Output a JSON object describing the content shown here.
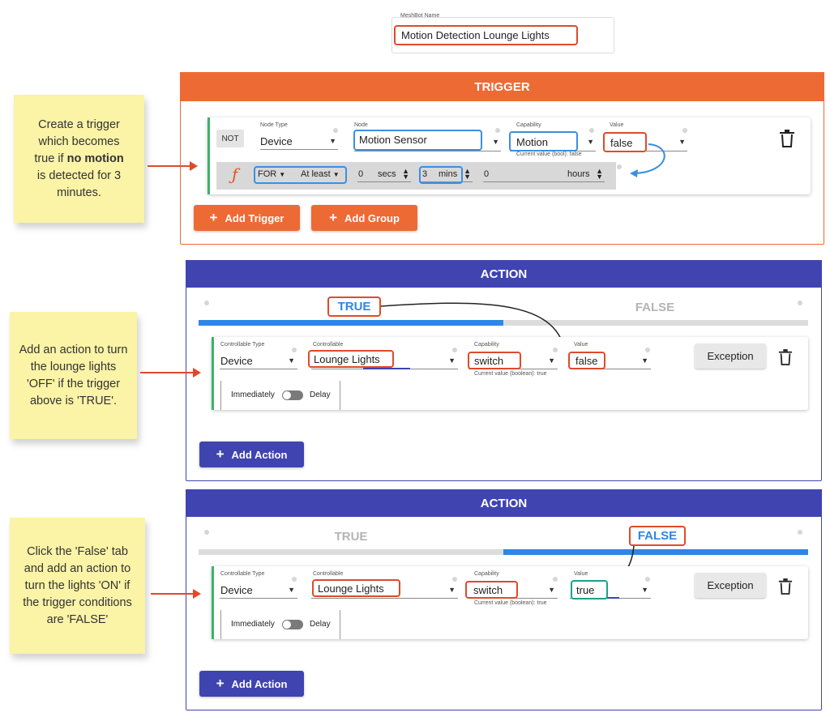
{
  "meshbot": {
    "label": "MeshBot Name",
    "value": "Motion Detection Lounge Lights"
  },
  "trigger": {
    "header": "TRIGGER",
    "not_label": "NOT",
    "node_type": {
      "label": "Node Type",
      "value": "Device"
    },
    "node": {
      "label": "Node",
      "value": "Motion Sensor"
    },
    "capability": {
      "label": "Capability",
      "value": "Motion",
      "current": "Current value (bool): false"
    },
    "value": {
      "label": "Value",
      "value": "false"
    },
    "function_icon": "ƒ",
    "for_row": {
      "for": "FOR",
      "op": "At least",
      "secs_value": "0",
      "secs_unit": "secs",
      "mins_value": "3",
      "mins_unit": "mins",
      "hours_value": "0",
      "hours_unit": "hours"
    },
    "add_trigger": "Add Trigger",
    "add_group": "Add Group"
  },
  "action_true": {
    "header": "ACTION",
    "tab_true": "TRUE",
    "tab_false": "FALSE",
    "active_tab": "TRUE",
    "controllable_type": {
      "label": "Controllable Type",
      "value": "Device"
    },
    "controllable": {
      "label": "Controllable",
      "value": "Lounge Lights"
    },
    "capability": {
      "label": "Capability",
      "value": "switch",
      "current": "Current value (boolean): true"
    },
    "value": {
      "label": "Value",
      "value": "false"
    },
    "exception": "Exception",
    "immediately": "Immediately",
    "delay": "Delay",
    "add_action": "Add Action"
  },
  "action_false": {
    "header": "ACTION",
    "tab_true": "TRUE",
    "tab_false": "FALSE",
    "active_tab": "FALSE",
    "controllable_type": {
      "label": "Controllable Type",
      "value": "Device"
    },
    "controllable": {
      "label": "Controllable",
      "value": "Lounge Lights"
    },
    "capability": {
      "label": "Capability",
      "value": "switch",
      "current": "Current value (boolean): true"
    },
    "value": {
      "label": "Value",
      "value": "true"
    },
    "exception": "Exception",
    "immediately": "Immediately",
    "delay": "Delay",
    "add_action": "Add Action"
  },
  "notes": {
    "note1": [
      "Create a trigger",
      "which becomes",
      "true if ",
      "no motion",
      "is detected for 3",
      "minutes."
    ],
    "note2": "Add an action to turn the lounge lights 'OFF' if the trigger above is 'TRUE'.",
    "note3": "Click the 'False' tab and add an action to turn the lights 'ON' if the trigger conditions are 'FALSE'"
  },
  "colors": {
    "orange": "#ee6a34",
    "indigo": "#3f44b1",
    "blue_tab": "#2e86e6",
    "highlight_red": "#e04a2a",
    "highlight_blue": "#3a8fe0",
    "highlight_teal": "#1ba08c",
    "note": "#fbf3a6"
  },
  "icons": {
    "delete": "trash-icon",
    "add": "plus-icon",
    "dropdown": "caret-down-icon",
    "stepper": "up-down-stepper-icon"
  }
}
